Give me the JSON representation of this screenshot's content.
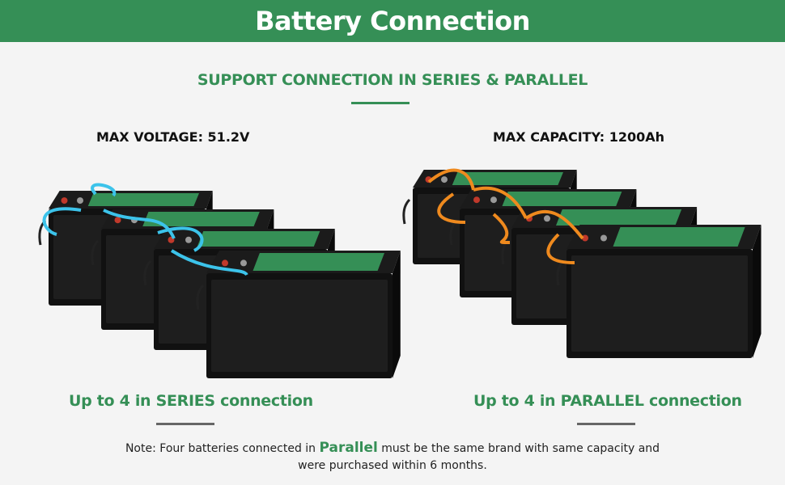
{
  "header": {
    "title": "Battery Connection"
  },
  "subtitle": "SUPPORT CONNECTION IN SERIES & PARALLEL",
  "left": {
    "spec": "MAX VOLTAGE: 51.2V",
    "caption": "Up to 4 in SERIES connection",
    "battery_count": 4
  },
  "right": {
    "spec": "MAX CAPACITY:  1200Ah",
    "caption": "Up to 4 in PARALLEL connection",
    "battery_count": 4
  },
  "note": {
    "before": "Note: Four batteries connected in ",
    "highlight": "Parallel",
    "after": " must be the same brand with same capacity and",
    "line2": "were purchased within 6 months."
  },
  "colors": {
    "brand_green": "#358f56",
    "series_cable": "#3cc3ea",
    "parallel_cable": "#ef8a1e",
    "rule_gray": "#666666"
  }
}
